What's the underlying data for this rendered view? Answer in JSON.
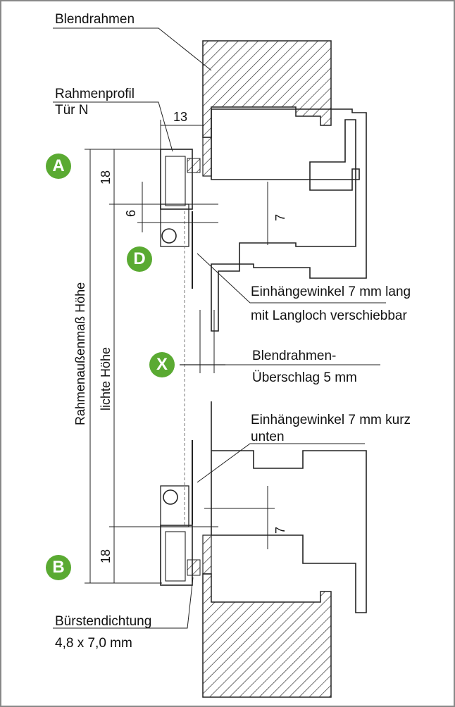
{
  "colors": {
    "badge": "#5aaa32",
    "line": "#222222",
    "frame_border": "#888888"
  },
  "badges": {
    "a": "A",
    "b": "B",
    "d": "D",
    "x": "X"
  },
  "labels": {
    "blendrahmen": "Blendrahmen",
    "rahmenprofil": "Rahmenprofil",
    "tuer_n": "Tür N",
    "einhaenge_lang_1": "Einhängewinkel 7 mm lang",
    "einhaenge_lang_2": "mit Langloch verschiebbar",
    "blendrahmen_ueberschlag_1": "Blendrahmen-",
    "blendrahmen_ueberschlag_2": "Überschlag 5 mm",
    "einhaenge_kurz_1": "Einhängewinkel 7 mm kurz",
    "einhaenge_kurz_2": "unten",
    "buerstendichtung_1": "Bürstendichtung",
    "buerstendichtung_2": "4,8 x 7,0 mm"
  },
  "dimensions": {
    "d13": "13",
    "d18_top": "18",
    "d6": "6",
    "d7_top": "7",
    "d7_bottom": "7",
    "d18_bottom": "18",
    "rahmenaussenmass": "Rahmenaußenmaß Höhe",
    "lichte_hoehe": "lichte Höhe"
  }
}
